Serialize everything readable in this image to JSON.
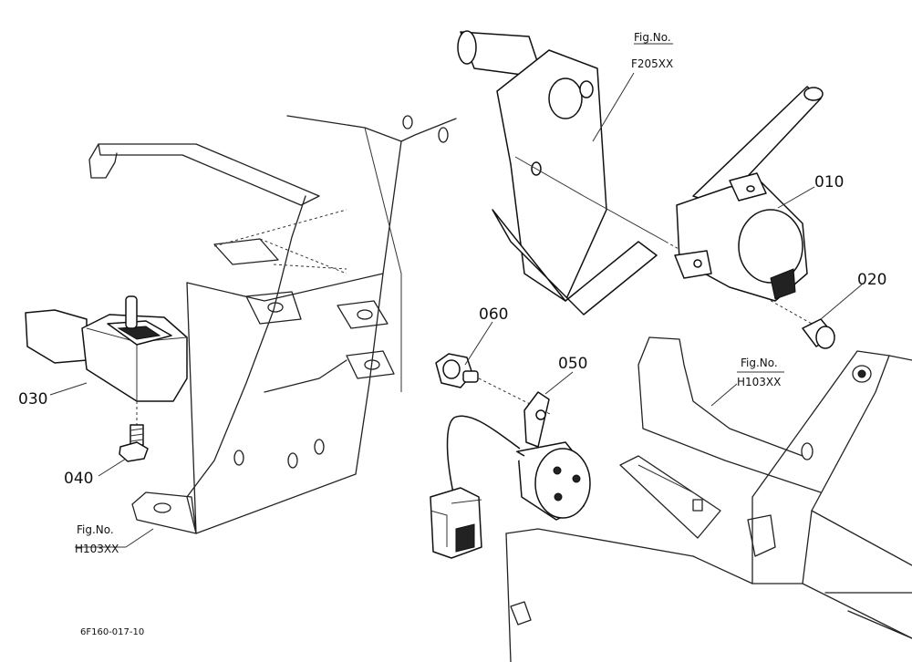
{
  "callouts": {
    "c010": "010",
    "c020": "020",
    "c030": "030",
    "c040": "040",
    "c050": "050",
    "c060": "060"
  },
  "figure_refs": {
    "top": {
      "label": "Fig.No.",
      "code": "F205XX"
    },
    "right": {
      "label": "Fig.No.",
      "code": "H103XX"
    },
    "left": {
      "label": "Fig.No.",
      "code": "H103XX"
    }
  },
  "drawing_code": "6F160-017-10"
}
